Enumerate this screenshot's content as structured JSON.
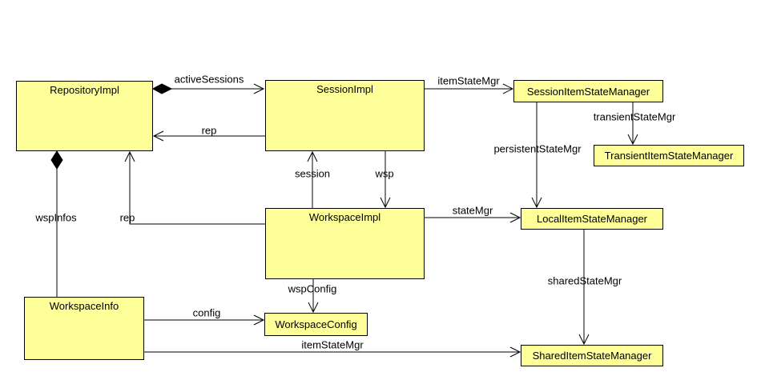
{
  "diagram": {
    "type": "uml-class-diagram",
    "colors": {
      "background": "#ffffff",
      "node_fill": "#ffff99",
      "node_border": "#000000",
      "line": "#000000",
      "text": "#000000"
    },
    "nodes": [
      {
        "id": "repository-impl",
        "label": "RepositoryImpl"
      },
      {
        "id": "session-impl",
        "label": "SessionImpl"
      },
      {
        "id": "session-item-state-manager",
        "label": "SessionItemStateManager"
      },
      {
        "id": "transient-item-state-manager",
        "label": "TransientItemStateManager"
      },
      {
        "id": "workspace-impl",
        "label": "WorkspaceImpl"
      },
      {
        "id": "local-item-state-manager",
        "label": "LocalItemStateManager"
      },
      {
        "id": "workspace-info",
        "label": "WorkspaceInfo"
      },
      {
        "id": "workspace-config",
        "label": "WorkspaceConfig"
      },
      {
        "id": "shared-item-state-manager",
        "label": "SharedItemStateManager"
      }
    ],
    "edges": [
      {
        "label": "activeSessions",
        "from": "RepositoryImpl",
        "to": "SessionImpl",
        "source_decoration": "filled-diamond",
        "target_decoration": "open-arrow"
      },
      {
        "label": "rep",
        "from": "SessionImpl",
        "to": "RepositoryImpl",
        "source_decoration": "none",
        "target_decoration": "open-arrow"
      },
      {
        "label": "itemStateMgr",
        "from": "SessionImpl",
        "to": "SessionItemStateManager",
        "source_decoration": "none",
        "target_decoration": "open-arrow"
      },
      {
        "label": "session",
        "from": "WorkspaceImpl",
        "to": "SessionImpl",
        "source_decoration": "none",
        "target_decoration": "open-arrow"
      },
      {
        "label": "wsp",
        "from": "SessionImpl",
        "to": "WorkspaceImpl",
        "source_decoration": "none",
        "target_decoration": "open-arrow"
      },
      {
        "label": "wspInfos",
        "from": "RepositoryImpl",
        "to": "WorkspaceInfo",
        "source_decoration": "filled-diamond",
        "target_decoration": "none"
      },
      {
        "label": "rep",
        "from": "WorkspaceImpl",
        "to": "RepositoryImpl",
        "source_decoration": "none",
        "target_decoration": "open-arrow"
      },
      {
        "label": "stateMgr",
        "from": "WorkspaceImpl",
        "to": "LocalItemStateManager",
        "source_decoration": "none",
        "target_decoration": "open-arrow"
      },
      {
        "label": "persistentStateMgr",
        "from": "SessionItemStateManager",
        "to": "LocalItemStateManager",
        "source_decoration": "none",
        "target_decoration": "open-arrow"
      },
      {
        "label": "transientStateMgr",
        "from": "SessionItemStateManager",
        "to": "TransientItemStateManager",
        "source_decoration": "none",
        "target_decoration": "open-arrow"
      },
      {
        "label": "sharedStateMgr",
        "from": "LocalItemStateManager",
        "to": "SharedItemStateManager",
        "source_decoration": "none",
        "target_decoration": "open-arrow"
      },
      {
        "label": "wspConfig",
        "from": "WorkspaceImpl",
        "to": "WorkspaceConfig",
        "source_decoration": "none",
        "target_decoration": "open-arrow"
      },
      {
        "label": "config",
        "from": "WorkspaceInfo",
        "to": "WorkspaceConfig",
        "source_decoration": "none",
        "target_decoration": "open-arrow"
      },
      {
        "label": "itemStateMgr",
        "from": "WorkspaceInfo",
        "to": "SharedItemStateManager",
        "source_decoration": "none",
        "target_decoration": "open-arrow"
      }
    ]
  }
}
